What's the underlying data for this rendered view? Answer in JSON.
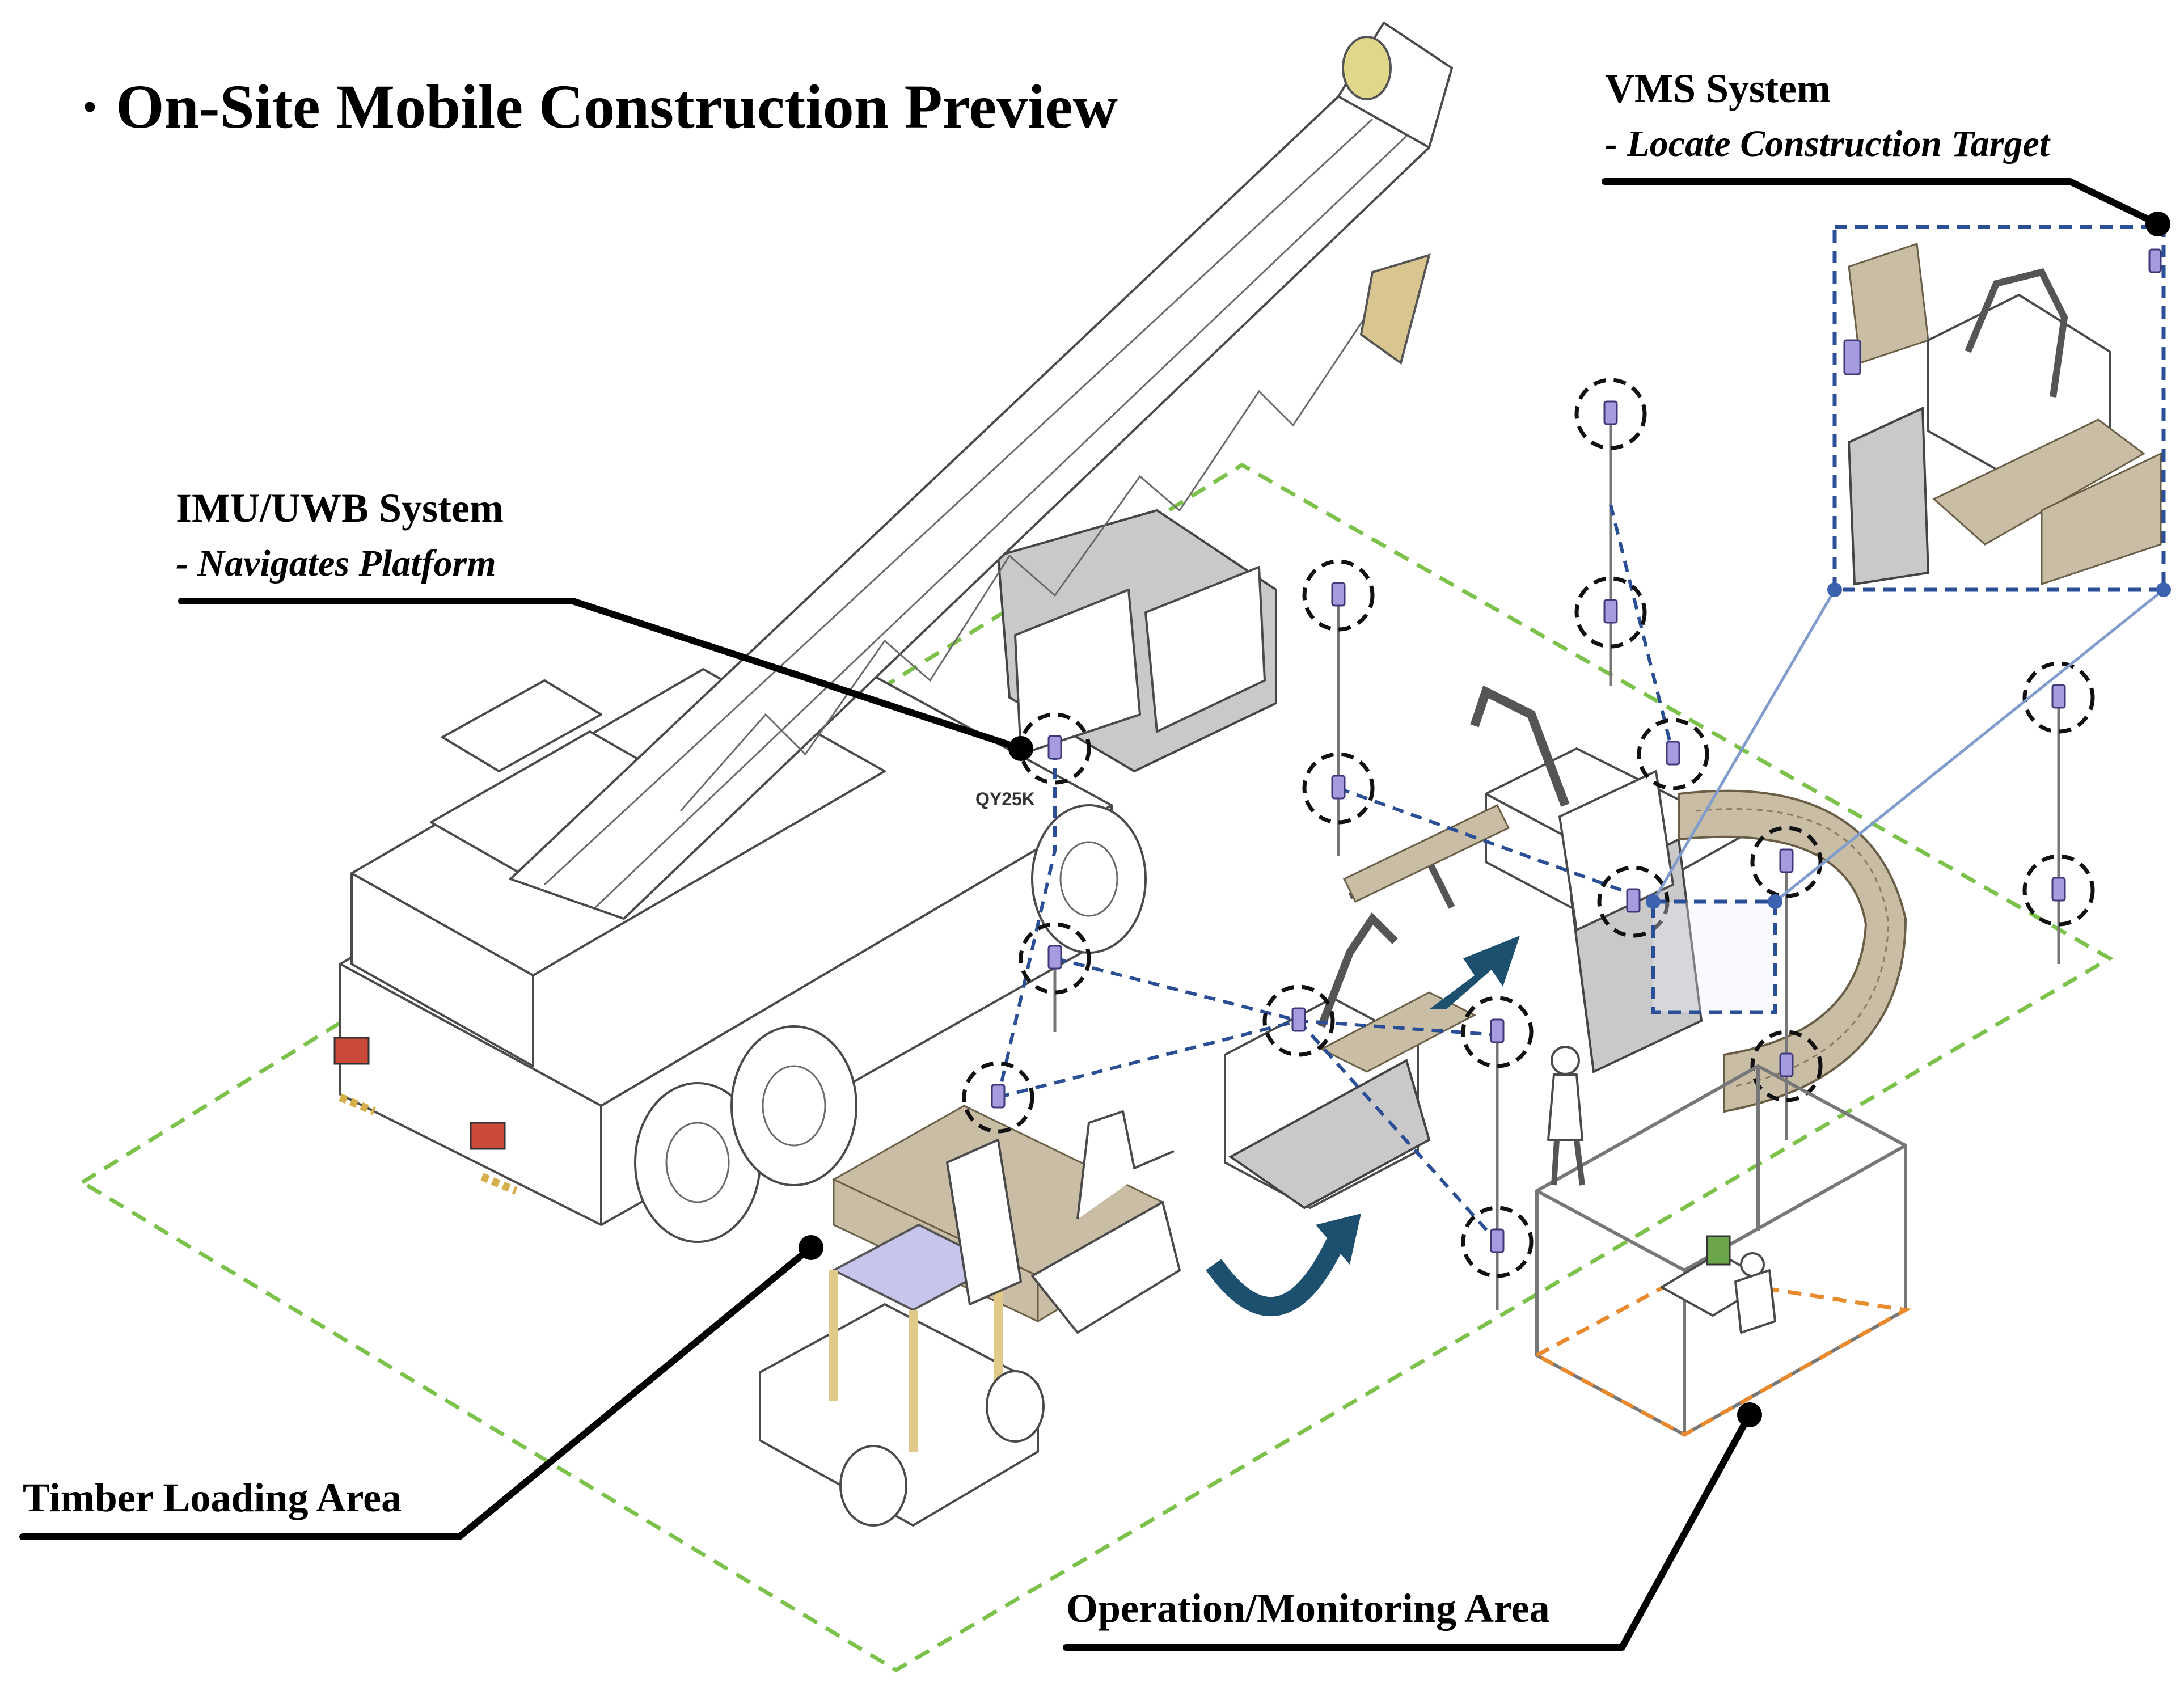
{
  "title": "· On-Site Mobile Construction Preview",
  "labels": {
    "imu_uwb": {
      "name": "IMU/UWB System",
      "detail": "- Navigates Platform"
    },
    "vms": {
      "name": "VMS System",
      "detail": "- Locate Construction Target"
    },
    "timber_area": "Timber Loading Area",
    "operation_area": "Operation/Monitoring Area"
  },
  "equipment_markings": {
    "crane_model": "QY25K"
  },
  "colors": {
    "site_boundary": "#7cc24a",
    "monitoring_zone": "#e98a2f",
    "uwb_link": "#2b4f96",
    "vms_frame": "#2b4f96",
    "motion_arrow": "#1d4f6e",
    "anchor_tag": "#a79be0",
    "forklift_frame": "#e1c98a",
    "forklift_roof": "#c8c5ec"
  }
}
